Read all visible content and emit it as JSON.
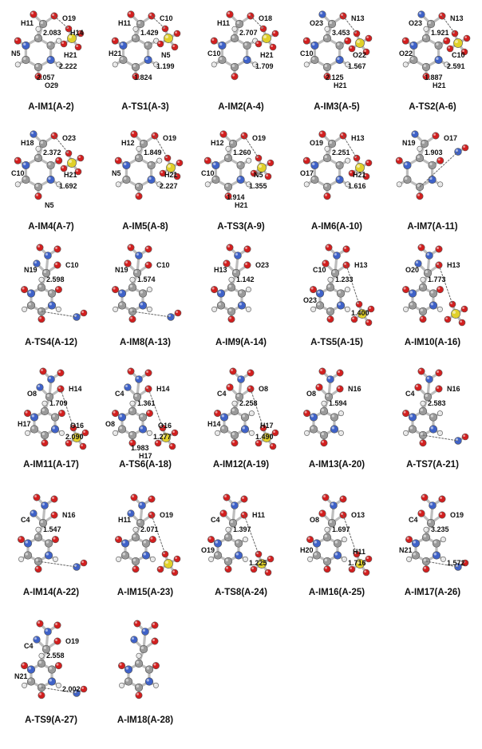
{
  "figure": {
    "colors": {
      "carbon": "#9a9a9a",
      "hydrogen": "#e6e6e6",
      "nitrogen": "#3f62c8",
      "oxygen": "#d21f1f",
      "sulfur": "#e0d02a",
      "bond": "#bdbdbd"
    },
    "structures": [
      {
        "caption": "A-IM1(A-2)",
        "labels": [
          "H11",
          "O19",
          "N5",
          "H21",
          "O29",
          "H14"
        ],
        "distances": [
          "2.083",
          "2.222",
          "2.057"
        ]
      },
      {
        "caption": "A-TS1(A-3)",
        "labels": [
          "H11",
          "C10",
          "H21",
          "N5"
        ],
        "distances": [
          "1.429",
          "1.199",
          "1.824"
        ]
      },
      {
        "caption": "A-IM2(A-4)",
        "labels": [
          "H11",
          "O18",
          "C10",
          "H21"
        ],
        "distances": [
          "2.707",
          "1.709"
        ]
      },
      {
        "caption": "A-IM3(A-5)",
        "labels": [
          "O23",
          "N13",
          "C10",
          "O22",
          "H21"
        ],
        "distances": [
          "3.453",
          "1.567",
          "2.125"
        ]
      },
      {
        "caption": "A-TS2(A-6)",
        "labels": [
          "O23",
          "N13",
          "O22",
          "C10",
          "H21"
        ],
        "distances": [
          "1.921",
          "2.591",
          "1.887"
        ]
      },
      {
        "caption": "A-IM4(A-7)",
        "labels": [
          "H18",
          "O23",
          "C10",
          "H21",
          "N5"
        ],
        "distances": [
          "2.372",
          "1.692"
        ]
      },
      {
        "caption": "A-IM5(A-8)",
        "labels": [
          "H12",
          "O19",
          "N5",
          "H21"
        ],
        "distances": [
          "1.849",
          "2.227"
        ]
      },
      {
        "caption": "A-TS3(A-9)",
        "labels": [
          "H12",
          "O19",
          "C10",
          "N5",
          "H21"
        ],
        "distances": [
          "1.260",
          "1.355",
          "1.914"
        ]
      },
      {
        "caption": "A-IM6(A-10)",
        "labels": [
          "O19",
          "H13",
          "O17",
          "H21"
        ],
        "distances": [
          "2.251",
          "1.616"
        ]
      },
      {
        "caption": "A-IM7(A-11)",
        "labels": [
          "N19",
          "O17"
        ],
        "distances": [
          "1.903"
        ]
      },
      {
        "caption": "A-TS4(A-12)",
        "labels": [
          "N19",
          "C10"
        ],
        "distances": [
          "2.598"
        ]
      },
      {
        "caption": "A-IM8(A-13)",
        "labels": [
          "N19",
          "C10"
        ],
        "distances": [
          "1.574"
        ]
      },
      {
        "caption": "A-IM9(A-14)",
        "labels": [
          "H13",
          "O23"
        ],
        "distances": [
          "1.142"
        ]
      },
      {
        "caption": "A-TS5(A-15)",
        "labels": [
          "C10",
          "H13",
          "O23"
        ],
        "distances": [
          "1.233",
          "1.400"
        ]
      },
      {
        "caption": "A-IM10(A-16)",
        "labels": [
          "O20",
          "H13"
        ],
        "distances": [
          "1.773"
        ]
      },
      {
        "caption": "A-IM11(A-17)",
        "labels": [
          "O8",
          "H14",
          "H17",
          "O16"
        ],
        "distances": [
          "1.709",
          "2.090"
        ]
      },
      {
        "caption": "A-TS6(A-18)",
        "labels": [
          "C4",
          "H14",
          "O8",
          "O16",
          "H17"
        ],
        "distances": [
          "1.361",
          "1.277",
          "1.983"
        ]
      },
      {
        "caption": "A-IM12(A-19)",
        "labels": [
          "C4",
          "O8",
          "H14",
          "H17"
        ],
        "distances": [
          "2.258",
          "1.490"
        ]
      },
      {
        "caption": "A-IM13(A-20)",
        "labels": [
          "O8",
          "N16"
        ],
        "distances": [
          "1.594"
        ]
      },
      {
        "caption": "A-TS7(A-21)",
        "labels": [
          "C4",
          "N16"
        ],
        "distances": [
          "2.583"
        ]
      },
      {
        "caption": "A-IM14(A-22)",
        "labels": [
          "C4",
          "N16"
        ],
        "distances": [
          "1.547"
        ]
      },
      {
        "caption": "A-IM15(A-23)",
        "labels": [
          "H11",
          "O19"
        ],
        "distances": [
          "2.071"
        ]
      },
      {
        "caption": "A-TS8(A-24)",
        "labels": [
          "C4",
          "H11",
          "O19"
        ],
        "distances": [
          "1.397",
          "1.225"
        ]
      },
      {
        "caption": "A-IM16(A-25)",
        "labels": [
          "O8",
          "O13",
          "H20",
          "H11"
        ],
        "distances": [
          "1.697",
          "1.716"
        ]
      },
      {
        "caption": "A-IM17(A-26)",
        "labels": [
          "C4",
          "O19",
          "N21"
        ],
        "distances": [
          "3.235",
          "1.572"
        ]
      },
      {
        "caption": "A-TS9(A-27)",
        "labels": [
          "C4",
          "O19",
          "N21"
        ],
        "distances": [
          "2.558",
          "2.002"
        ]
      },
      {
        "caption": "A-IM18(A-28)",
        "labels": [],
        "distances": []
      }
    ]
  }
}
